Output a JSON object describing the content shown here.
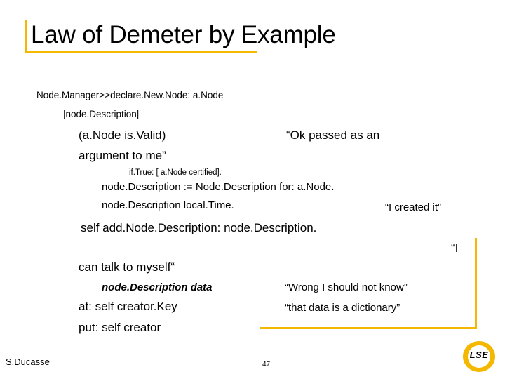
{
  "slide": {
    "title": "Law of Demeter by Example",
    "accent_color": "#f5b800",
    "author": "S.Ducasse",
    "page_number": "47",
    "logo_text": "LSE"
  },
  "code_block": {
    "lines": [
      {
        "id": "l1",
        "text": "Node.Manager>>declare.New.Node: a.Node"
      },
      {
        "id": "l2",
        "text": "|node.Description|"
      },
      {
        "id": "l3",
        "text": "(a.Node is.Valid)"
      },
      {
        "id": "l4",
        "text": "“Ok passed as an"
      },
      {
        "id": "l5",
        "text": "argument to me”"
      },
      {
        "id": "l6",
        "text": "if.True: [ a.Node certified]."
      },
      {
        "id": "l7",
        "text": "node.Description := Node.Description for: a.Node."
      },
      {
        "id": "l8",
        "text": "node.Description local.Time."
      },
      {
        "id": "l9",
        "text": "“I created it”"
      },
      {
        "id": "l10",
        "text": "self add.Node.Description: node.Description."
      },
      {
        "id": "l11",
        "text": "“I"
      },
      {
        "id": "l12",
        "text": "can talk to myself“"
      },
      {
        "id": "l13",
        "text": "node.Description data"
      },
      {
        "id": "l14",
        "text": "“Wrong I should not know”"
      },
      {
        "id": "l15",
        "text": "at: self creator.Key"
      },
      {
        "id": "l16",
        "text": "“that data is a dictionary”"
      },
      {
        "id": "l17",
        "text": "put: self creator"
      }
    ]
  }
}
